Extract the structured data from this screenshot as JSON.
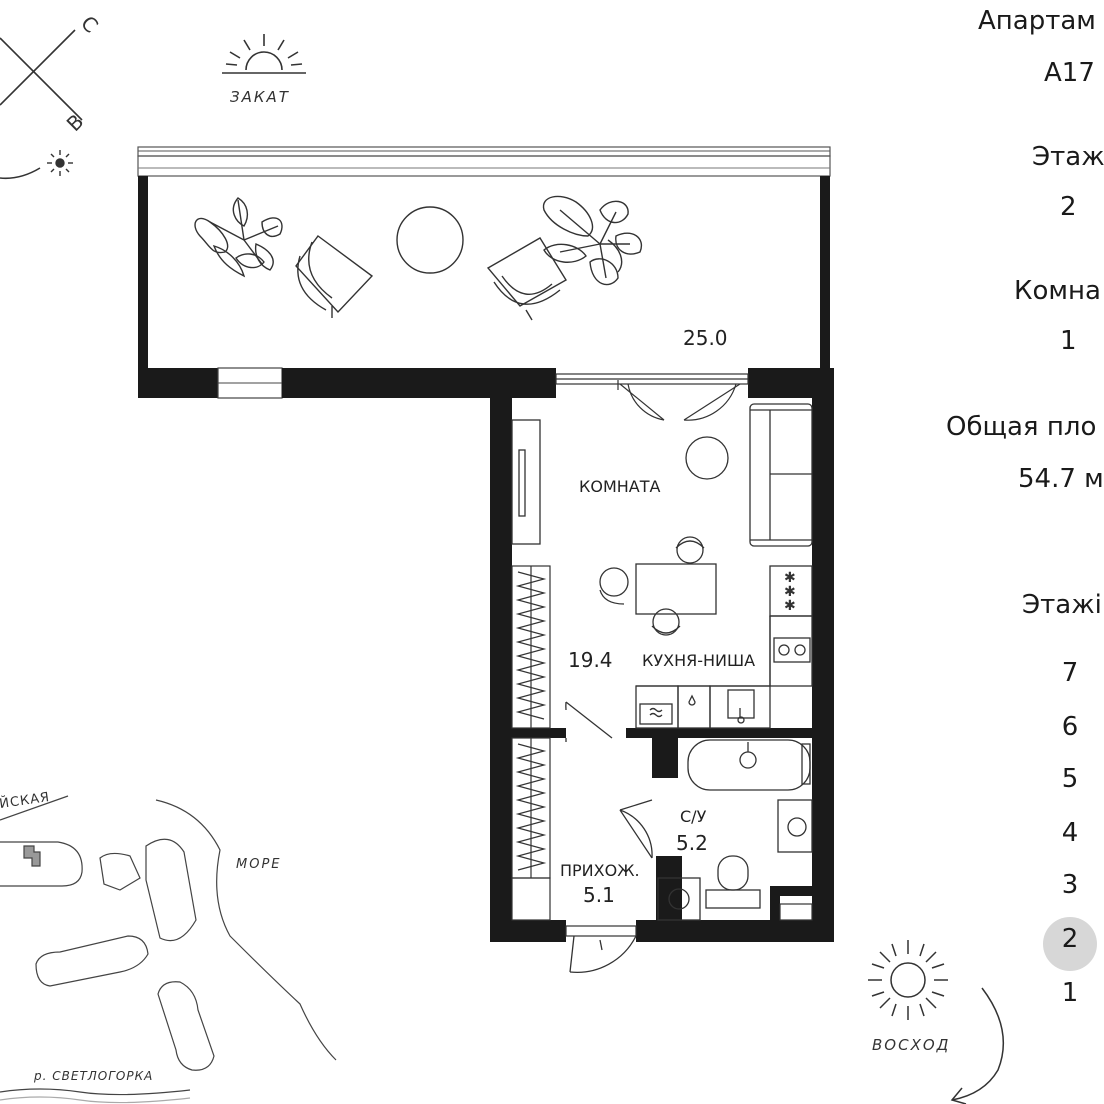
{
  "info": {
    "apartment_label": "Апартам",
    "apartment_value": "А17",
    "floor_label": "Этаж",
    "floor_value": "2",
    "rooms_label": "Комна",
    "rooms_value": "1",
    "area_label": "Общая пло",
    "area_value": "54.7 м"
  },
  "floors": {
    "label": "Этажі",
    "items": [
      "7",
      "6",
      "5",
      "4",
      "3",
      "2",
      "1"
    ],
    "active": "2"
  },
  "plan": {
    "terrace_area": "25.0",
    "room_label": "КОМНАТА",
    "room_area": "19.4",
    "kitchen_label": "КУХНЯ-НИША",
    "bath_label": "С/У",
    "bath_area": "5.2",
    "hall_label": "ПРИХОЖ.",
    "hall_area": "5.1"
  },
  "compass": {
    "north": "С",
    "east": "В",
    "sunset": "ЗАКАТ",
    "sunrise": "ВОСХОД"
  },
  "map": {
    "street": "ЙСКАЯ",
    "sea": "МОРЕ",
    "river": "р. СВЕТЛОГОРКА"
  },
  "colors": {
    "wall": "#1a1a1a",
    "active_floor": "#d7d7d7"
  }
}
